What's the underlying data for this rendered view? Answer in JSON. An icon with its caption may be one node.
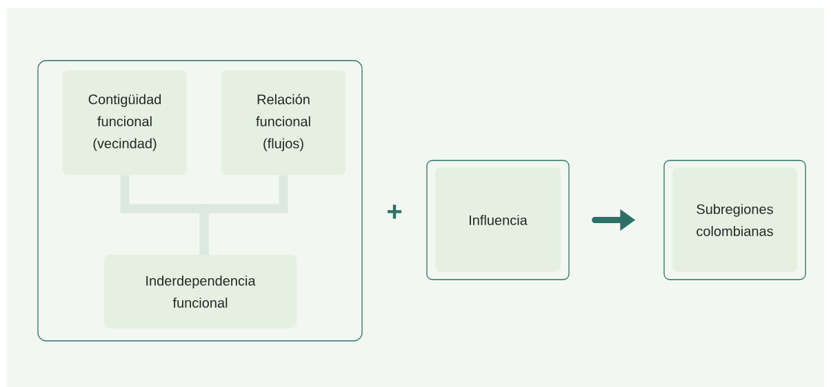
{
  "diagram": {
    "nodes": [
      {
        "text": [],
        "shape": "box"
      },
      {
        "text": [
          "Contigüidad funcional (vecindad)"
        ],
        "in": 0
      },
      {
        "text": [
          "Relación funcional (flujos)"
        ],
        "in": 0
      },
      {
        "text": [
          "Inderdependencia funcional"
        ],
        "in": 0
      },
      {
        "text": [
          "Influencia"
        ]
      },
      {
        "text": [
          "Subregiones colombianas"
        ]
      }
    ],
    "edges": [
      {
        "from": 1,
        "to": 3,
        "arrow": "none",
        "color": "#dee8e2"
      },
      {
        "from": 2,
        "to": 3,
        "arrow": "none",
        "color": "#dee8e2"
      },
      {
        "from": 4,
        "to": 5,
        "arrow": "to",
        "color": "#2e7068"
      }
    ],
    "labels": [
      "+"
    ]
  }
}
